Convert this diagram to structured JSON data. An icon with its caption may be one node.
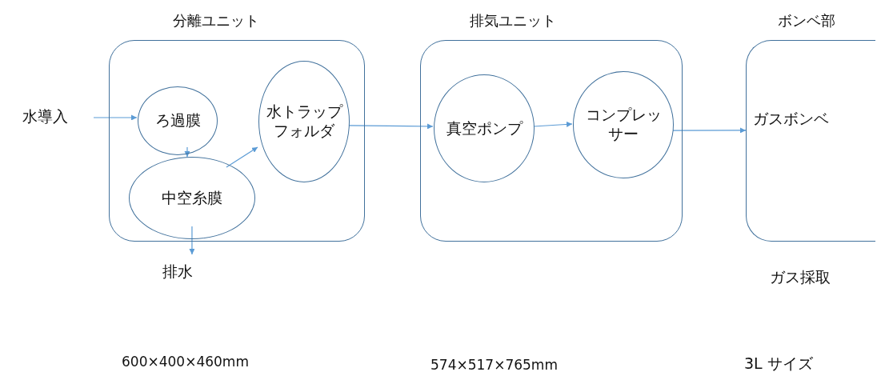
{
  "diagram": {
    "nodes": [
      {
        "text": [
          "水導入"
        ]
      },
      {
        "text": [
          "分離ユニット"
        ]
      },
      {
        "text": [
          "ろ過膜"
        ],
        "in": 1
      },
      {
        "text": [
          "中空糸膜"
        ],
        "in": 1
      },
      {
        "text": [
          "水トラップフォルダ"
        ],
        "in": 1
      },
      {
        "text": [
          "排水"
        ]
      },
      {
        "text": [
          "排気ユニット"
        ]
      },
      {
        "text": [
          "真空ポンプ"
        ],
        "in": 6
      },
      {
        "text": [
          "コンプレッサー"
        ],
        "in": 6
      },
      {
        "text": [
          "ボンベ部",
          "ガスボンベ"
        ]
      }
    ],
    "edges": [
      {
        "from": 0,
        "to": 2,
        "arrow": "to"
      },
      {
        "from": 2,
        "to": 3,
        "arrow": "to"
      },
      {
        "from": 3,
        "to": 4,
        "arrow": "to"
      },
      {
        "from": 3,
        "to": 5,
        "arrow": "to"
      },
      {
        "from": 4,
        "to": 7,
        "arrow": "to"
      },
      {
        "from": 7,
        "to": 8,
        "arrow": "to"
      },
      {
        "from": 8,
        "to": 9,
        "arrow": "to"
      }
    ],
    "labels": [
      "ガス採取",
      "600×400×460mm",
      "574×517×765mm",
      "3L サイズ"
    ]
  }
}
